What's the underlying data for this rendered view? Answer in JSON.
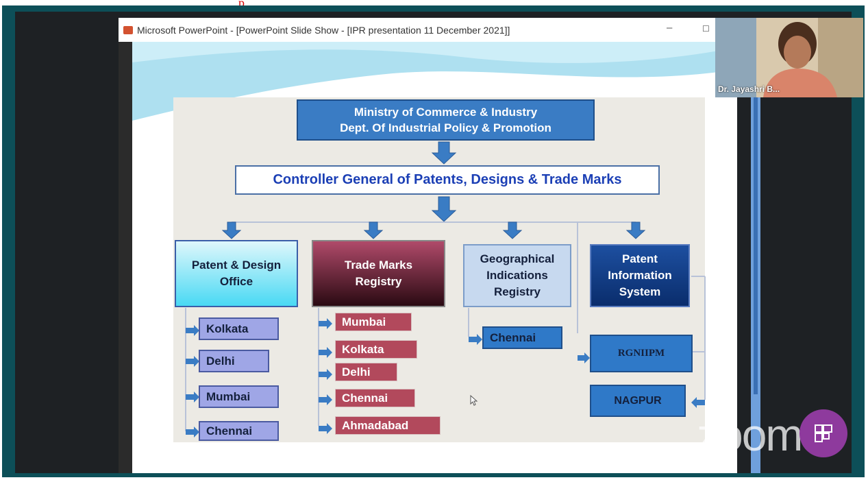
{
  "window": {
    "title": "Microsoft PowerPoint - [PowerPoint Slide Show - [IPR presentation 11 December 2021]]",
    "minimize_glyph": "–",
    "maximize_glyph": "☐"
  },
  "slide": {
    "ministry_line1": "Ministry of Commerce & Industry",
    "ministry_line2": "Dept. Of Industrial Policy & Promotion",
    "controller": "Controller General of Patents, Designs & Trade Marks",
    "offices": {
      "patent_design": [
        "Patent & Design",
        "Office"
      ],
      "trade_marks": [
        "Trade Marks",
        "Registry"
      ],
      "geographical": [
        "Geographical",
        "Indications",
        "Registry"
      ],
      "patent_info": [
        "Patent",
        "Information",
        "System"
      ]
    },
    "patent_design_cities": [
      "Kolkata",
      "Delhi",
      "Mumbai",
      "Chennai"
    ],
    "trade_mark_cities": [
      "Mumbai",
      "Kolkata",
      "Delhi",
      "Chennai",
      "Ahmadabad"
    ],
    "gi_city": "Chennai",
    "pis_units": [
      "RGNIIPM",
      "NAGPUR"
    ]
  },
  "participant": {
    "name": "Dr. Jayashri B..."
  },
  "zoom_logo": "zoom",
  "colors": {
    "frame": "#0d4f58",
    "ministry": "#3a7cc4",
    "controller_text": "#1b3fb5",
    "trade_marks": "#b2495c"
  },
  "icons": [
    "powerpoint-icon",
    "mouse-cursor-icon",
    "zoom-app-icon"
  ]
}
